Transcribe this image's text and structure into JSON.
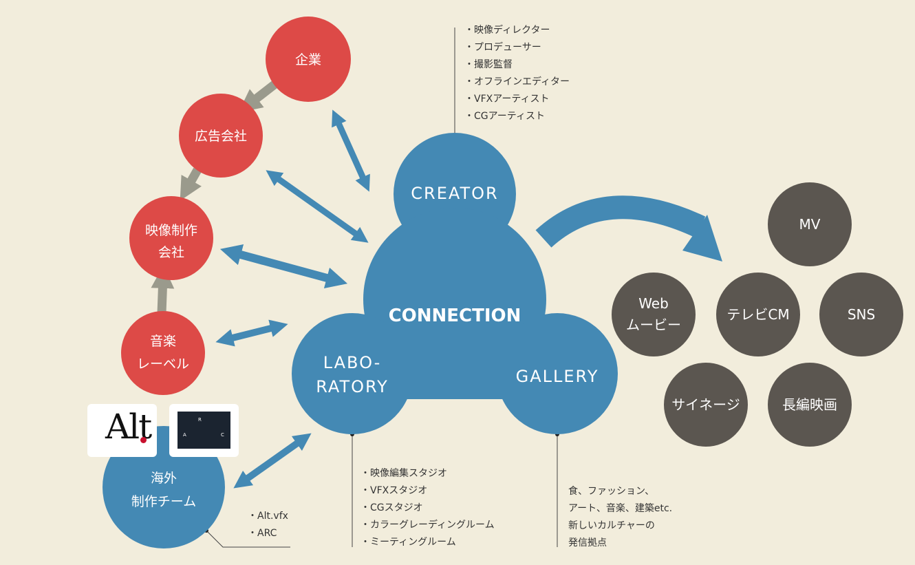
{
  "nodes": {
    "company": "企業",
    "ad_agency": "広告会社",
    "video_production": [
      "映像制作",
      "会社"
    ],
    "music_label": [
      "音楽",
      "レーベル"
    ],
    "overseas": [
      "海外",
      "制作チーム"
    ]
  },
  "hub": {
    "creator": "CREATOR",
    "connection": "CONNECTION",
    "laboratory": [
      "LABO-",
      "RATORY"
    ],
    "gallery": "GALLERY"
  },
  "outputs": {
    "mv": "MV",
    "web_movie": [
      "Web",
      "ムービー"
    ],
    "tv_cm": "テレビCM",
    "sns": "SNS",
    "signage": "サイネージ",
    "feature_film": "長編映画"
  },
  "notes": {
    "creator": [
      "・映像ディレクター",
      "・プロデューサー",
      "・撮影監督",
      "・オフラインエディター",
      "・VFXアーティスト",
      "・CGアーティスト"
    ],
    "laboratory": [
      "・映像編集スタジオ",
      "・VFXスタジオ",
      "・CGスタジオ",
      "・カラーグレーディングルーム",
      "・ミーティングルーム"
    ],
    "gallery": [
      "食、ファッション、",
      "アート、音楽、建築etc.",
      "新しいカルチャーの",
      "発信拠点"
    ],
    "overseas": [
      "・Alt.vfx",
      "・ARC"
    ]
  },
  "logos": {
    "alt": "Alt",
    "arc": [
      "R",
      "A",
      "C"
    ]
  },
  "colors": {
    "background": "#f2eddc",
    "red_node": "#dd4a47",
    "blue": "#4489b4",
    "dark_node": "#5b5650",
    "gray_arrow": "#9a9a8c"
  }
}
